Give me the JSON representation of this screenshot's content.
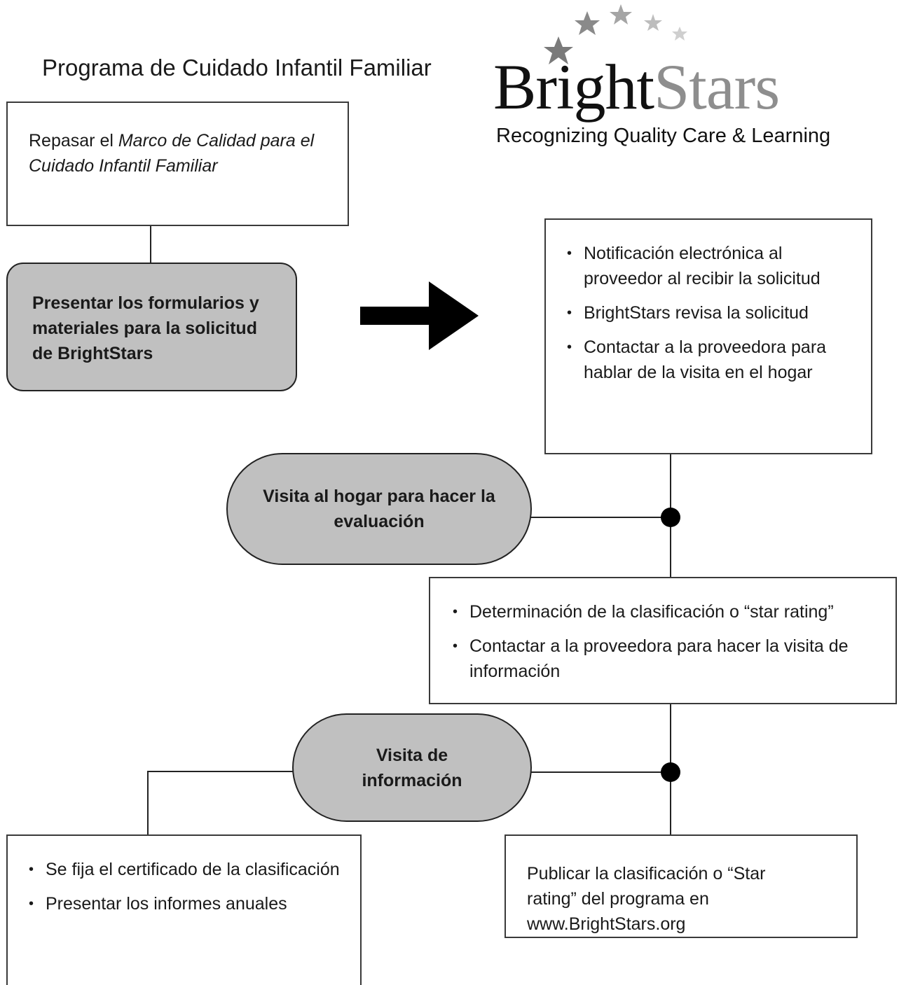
{
  "header": {
    "program_title": "Programa de Cuidado Infantil Familiar",
    "logo_word_dark": "Bright",
    "logo_word_light": "Stars",
    "tagline": "Recognizing Quality Care & Learning"
  },
  "steps": {
    "review": {
      "text_plain": "Repasar el ",
      "text_italic": "Marco de Calidad para el Cuidado Infantil Familiar"
    },
    "submit": {
      "text": "Presentar los formularios y materiales para la solicitud de BrightStars"
    },
    "application_review": {
      "bullets": [
        "Notificación electrónica al proveedor al recibir la solicitud",
        "BrightStars revisa la solicitud",
        "Contactar a la proveedora  para hablar de la visita en el hogar"
      ]
    },
    "home_visit": {
      "text": "Visita al hogar para hacer la evaluación"
    },
    "rating": {
      "bullets": [
        "Determinación de la clasificación o  “star rating”",
        "Contactar a la proveedora para hacer la visita de información"
      ]
    },
    "info_visit": {
      "text": "Visita de información"
    },
    "certificate": {
      "bullets": [
        "Se fija el certificado de la clasificación",
        "Presentar los informes anuales"
      ]
    },
    "publish": {
      "text": "Publicar la clasificación o “Star rating” del programa en www.BrightStars.org"
    }
  },
  "colors": {
    "step_fill": "#c0c0c0",
    "logo_light": "#8e8e8e",
    "line": "#111111"
  }
}
